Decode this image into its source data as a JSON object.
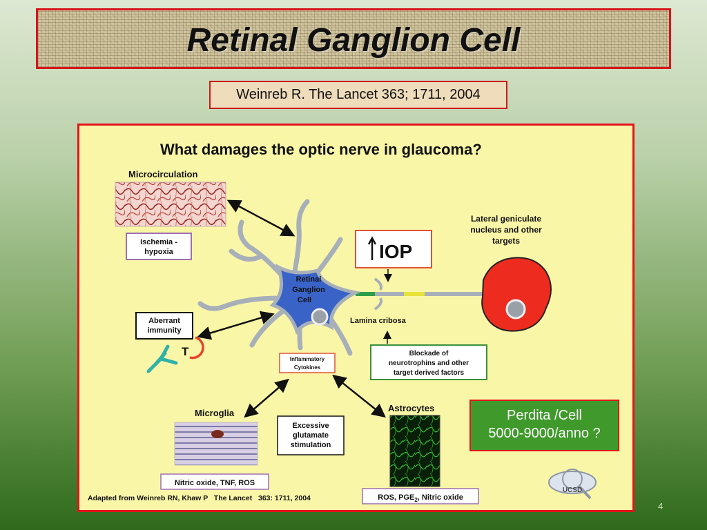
{
  "slide": {
    "title": "Retinal Ganglion Cell",
    "citation": "Weinreb R. The Lancet 363; 1711, 2004",
    "page_number": "4",
    "loss_note": {
      "line1": "Perdita /Cell",
      "line2": "5000-9000/anno ?"
    }
  },
  "figure": {
    "heading": "What damages the optic nerve in glaucoma?",
    "microcirculation": "Microcirculation",
    "ischemia_line1": "Ischemia -",
    "ischemia_line2": "hypoxia",
    "iop": "IOP",
    "lgn_line1": "Lateral geniculate",
    "lgn_line2": "nucleus and other",
    "lgn_line3": "targets",
    "rgc_line1": "Retinal",
    "rgc_line2": "Ganglion",
    "rgc_line3": "Cell",
    "lamina": "Lamina cribosa",
    "aberrant_line1": "Aberrant",
    "aberrant_line2": "immunity",
    "t_cell": "T",
    "inflam_line1": "Inflammatory",
    "inflam_line2": "Cytokines",
    "blockade_line1": "Blockade of",
    "blockade_line2": "neurotrophins and other",
    "blockade_line3": "target derived factors",
    "microglia": "Microglia",
    "astrocytes": "Astrocytes",
    "glutamate_line1": "Excessive",
    "glutamate_line2": "glutamate",
    "glutamate_line3": "stimulation",
    "nitric": "Nitric oxide, TNF, ROS",
    "ros_prefix": "ROS, PGE",
    "ros_sub": "2",
    "ros_suffix": ", Nitric oxide",
    "adapted": "Adapted from Weinreb RN, Khaw P   The Lancet   363: 1711, 2004",
    "ucsd": "UCSD"
  },
  "colors": {
    "border_red": "#e3141b",
    "figure_bg": "#faf6a8",
    "cell_blue": "#3a63c8",
    "neuron_gray": "#a7b0b8",
    "target_red": "#ee2b1f",
    "loss_green": "#3f9a2b"
  }
}
